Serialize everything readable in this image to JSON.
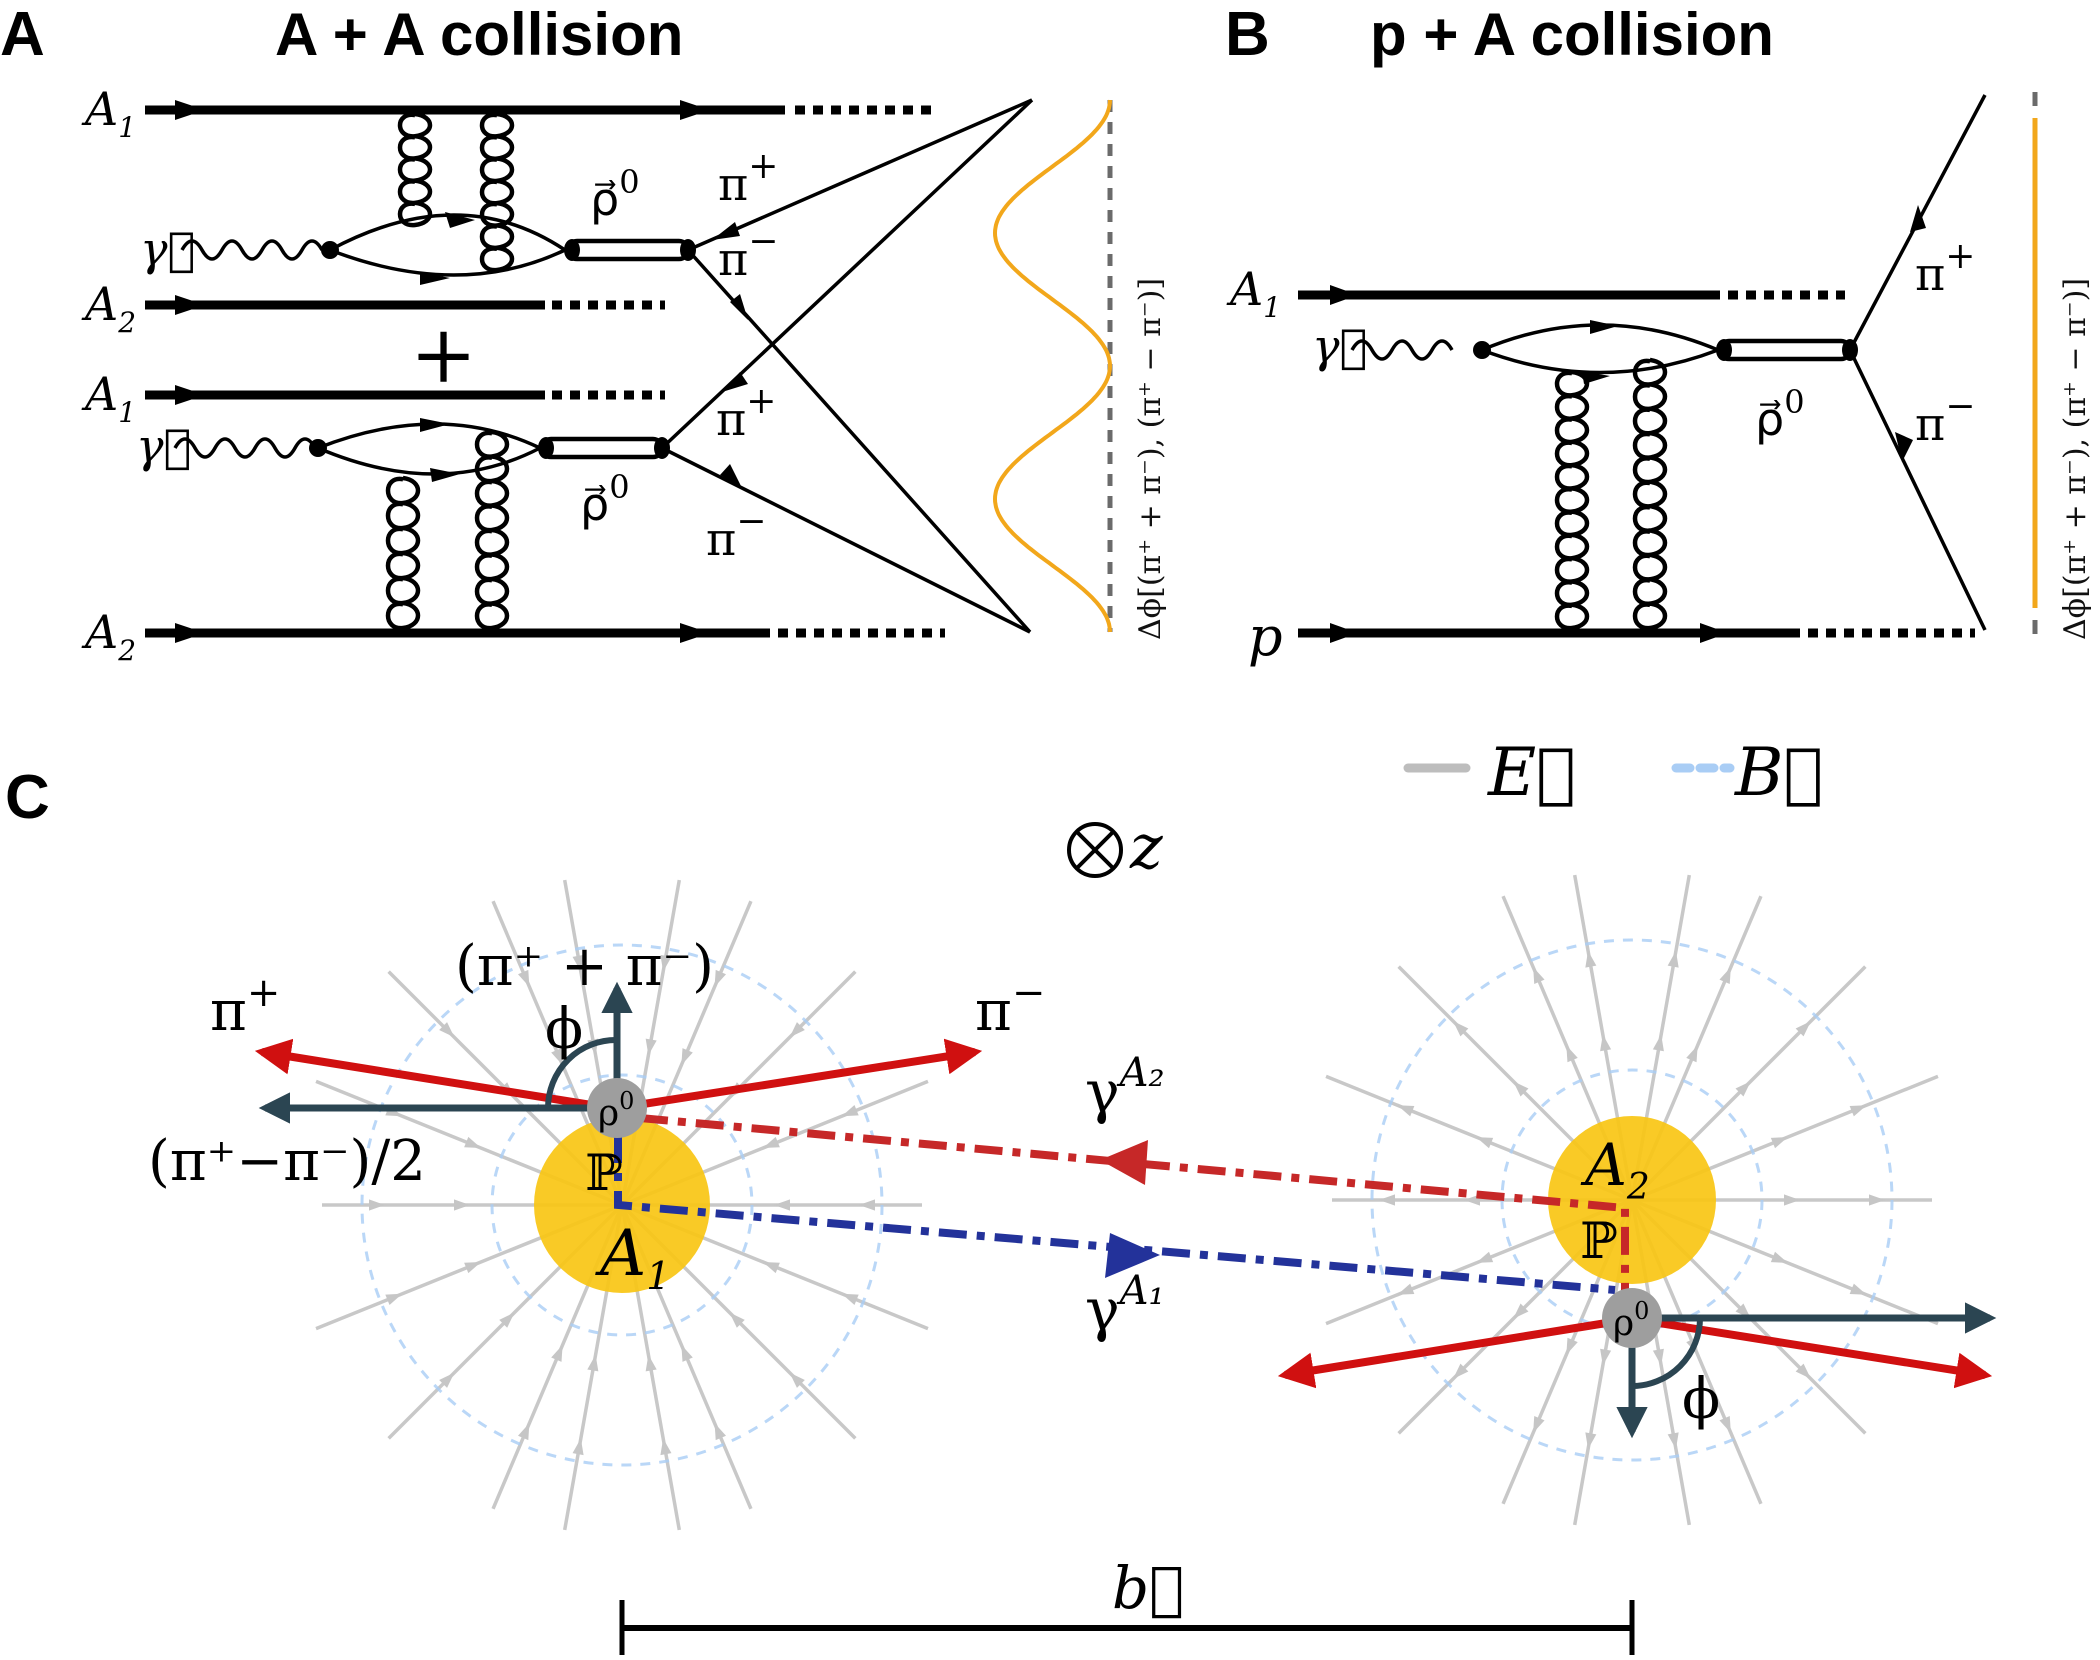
{
  "figure": {
    "panels": [
      {
        "letter": "A",
        "title": "A + A collision",
        "labels": {
          "nucleus_top_1": "A",
          "nucleus_top_1_sub": "1",
          "nucleus_top_2": "A",
          "nucleus_top_2_sub": "2",
          "plus_sign": "+",
          "nucleus_bot_1": "A",
          "nucleus_bot_1_sub": "1",
          "nucleus_bot_2": "A",
          "nucleus_bot_2_sub": "2",
          "photon": "γ⃗",
          "rho": "ρ⃗",
          "rho_sup": "0",
          "pi_plus": "π",
          "pi_plus_sup": "+",
          "pi_minus": "π",
          "pi_minus_sup": "−",
          "axis_label": "Δϕ[(π⁺ + π⁻), (π⁺ − π⁻)]"
        },
        "modulation": "cos(2Δϕ)",
        "curve_color": "#f2a71b"
      },
      {
        "letter": "B",
        "title": "p + A collision",
        "labels": {
          "nucleus": "A",
          "nucleus_sub": "1",
          "proton": "p",
          "photon": "γ⃗",
          "rho": "ρ⃗",
          "rho_sup": "0",
          "pi_plus": "π",
          "pi_plus_sup": "+",
          "pi_minus": "π",
          "pi_minus_sup": "−",
          "axis_label": "Δϕ[(π⁺ + π⁻), (π⁺ − π⁻)]"
        },
        "modulation": "flat",
        "curve_color": "#f2a71b"
      },
      {
        "letter": "C",
        "legend": [
          {
            "label": "E⃗",
            "style": "solid",
            "color": "#bdbdbd"
          },
          {
            "label": "B⃗",
            "style": "dashed",
            "color": "#a9cdf5"
          }
        ],
        "beam_axis": {
          "symbol": "⊗",
          "label": "z"
        },
        "nuclei": [
          {
            "label": "A",
            "sub": "1",
            "pomeron": "ℙ",
            "meson": "ρ",
            "meson_sup": "0"
          },
          {
            "label": "A",
            "sub": "2",
            "pomeron": "ℙ",
            "meson": "ρ",
            "meson_sup": "0"
          }
        ],
        "photons": [
          {
            "label": "γ",
            "sup": "A₂",
            "color": "#c62828"
          },
          {
            "label": "γ",
            "sup": "A₁",
            "color": "#23329a"
          }
        ],
        "vectors": {
          "sum": "(π⁺ + π⁻)",
          "diff": "(π⁺−π⁻)/2",
          "pi_plus": "π",
          "pi_plus_sup": "+",
          "pi_minus": "π",
          "pi_minus_sup": "−",
          "angle": "ϕ"
        },
        "impact_parameter": "b⃗",
        "colors": {
          "pion_arrow": "#d01010",
          "frame_arrow": "#2b4552",
          "nucleus": "#f9c613",
          "meson": "#9e9e9e"
        }
      }
    ]
  }
}
